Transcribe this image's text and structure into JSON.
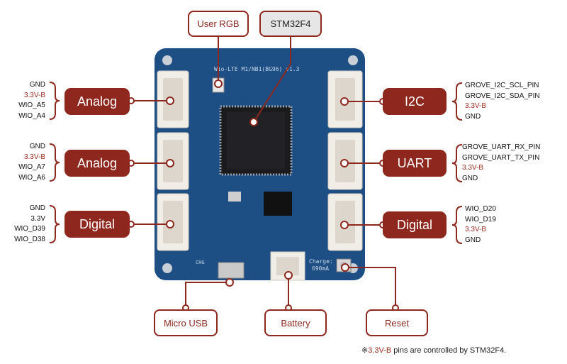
{
  "groups": {
    "left_analog_1": {
      "label": "Analog",
      "pins": [
        "GND",
        "3.3V-B",
        "WIO_A5",
        "WIO_A4"
      ],
      "highlight": [
        false,
        true,
        false,
        false
      ]
    },
    "left_analog_2": {
      "label": "Analog",
      "pins": [
        "GND",
        "3.3V-B",
        "WIO_A7",
        "WIO_A6"
      ],
      "highlight": [
        false,
        true,
        false,
        false
      ]
    },
    "left_digital": {
      "label": "Digital",
      "pins": [
        "GND",
        "3.3V",
        "WIO_D39",
        "WIO_D38"
      ],
      "highlight": [
        false,
        false,
        false,
        false
      ]
    },
    "right_i2c": {
      "label": "I2C",
      "pins": [
        "GROVE_I2C_SCL_PIN",
        "GROVE_I2C_SDA_PIN",
        "3.3V-B",
        "GND"
      ],
      "highlight": [
        false,
        false,
        true,
        false
      ]
    },
    "right_uart": {
      "label": "UART",
      "pins": [
        "GROVE_UART_RX_PIN",
        "GROVE_UART_TX_PIN",
        "3.3V-B",
        "GND"
      ],
      "highlight": [
        false,
        false,
        true,
        false
      ]
    },
    "right_digital": {
      "label": "Digital",
      "pins": [
        "WIO_D20",
        "WIO_D19",
        "3.3V-B",
        "GND"
      ],
      "highlight": [
        false,
        false,
        true,
        false
      ]
    }
  },
  "callouts": {
    "user_rgb": "User RGB",
    "stm32f4": "STM32F4",
    "micro_usb": "Micro USB",
    "battery": "Battery",
    "reset": "Reset"
  },
  "board_text": {
    "model": "Wio-LTE M1/NB1(BG96) v1.3",
    "charge": "Charge:",
    "current": "690mA",
    "chg": "CHG"
  },
  "note": {
    "mark": "※",
    "highlight": "3.3V-B",
    "text": " pins are controlled by STM32F4."
  },
  "colors": {
    "accent": "#8e271d",
    "board": "#1d4e84",
    "highlight_text": "#9b2d20"
  }
}
